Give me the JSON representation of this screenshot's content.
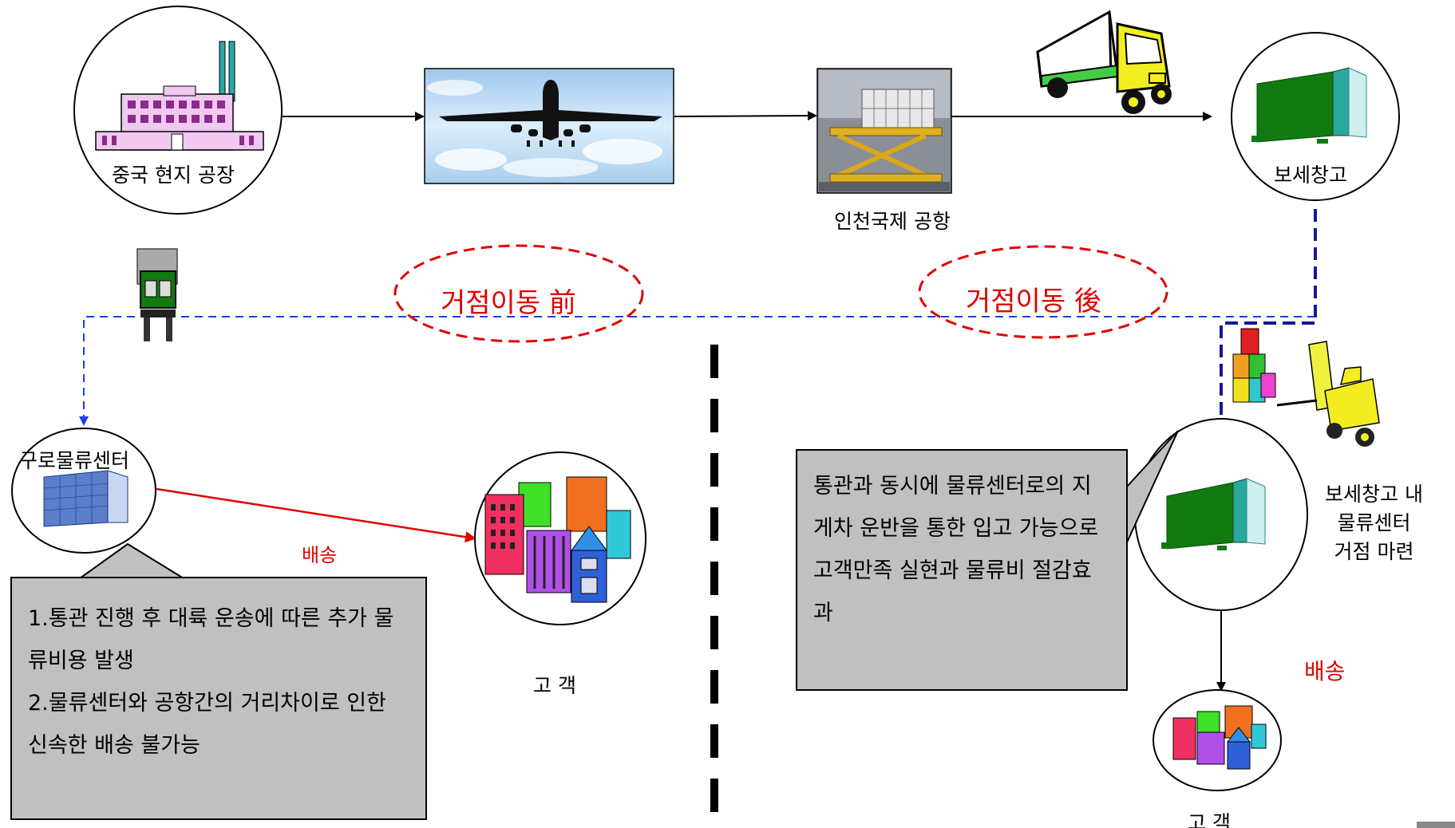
{
  "nodes": {
    "factory_label": "중국 현지 공장",
    "airport_label": "인천국제 공항",
    "bonded_warehouse_label": "보세창고",
    "guro_center_label": "구로물류센터",
    "customer_left_label": "고 객",
    "customer_right_label": "고 객",
    "warehouse_center_label_lines": [
      "보세창고 내",
      "물류센터",
      "거점 마련"
    ]
  },
  "phases": {
    "before": "거점이동 前",
    "after": "거점이동 後"
  },
  "edges": {
    "delivery_left": "배송",
    "delivery_right": "배송"
  },
  "callouts": {
    "before_issues": [
      "1.통관 진행 후 대륙 운송에 따른 추가 물류비용 발생",
      "2.물류센터와 공항간의 거리차이로 인한 신속한 배송 불가능"
    ],
    "after_benefit": "통관과 동시에 물류센터로의 지게차 운반을 통한 입고 가능으로 고객만족 실현과 물류비 절감효과"
  },
  "colors": {
    "red_accent": "#e00000",
    "blue_dashed": "#1d3ee8",
    "navy_dashed": "#16169a",
    "callout_fill": "#c0c0c0",
    "warehouse_green": "#117a11"
  }
}
